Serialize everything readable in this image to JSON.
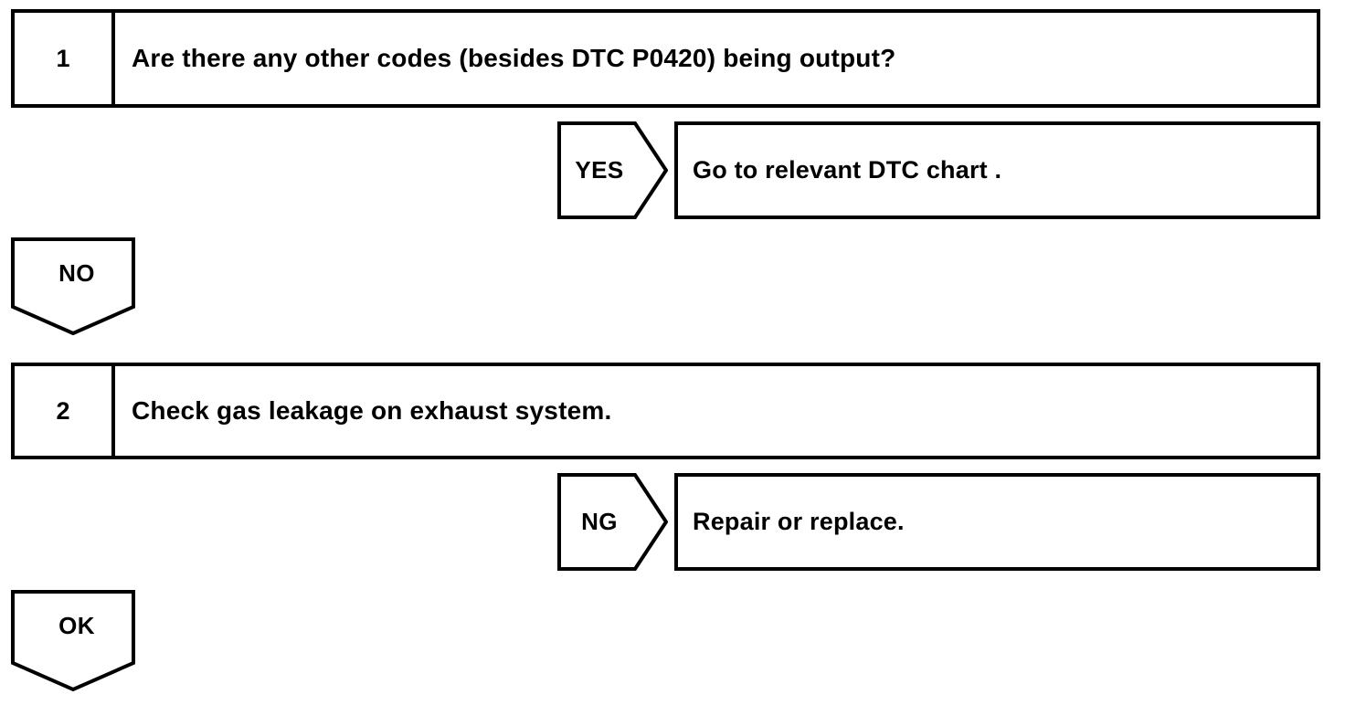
{
  "diagram": {
    "type": "diagnostic-troubleshooting-flowchart",
    "line_color": "#000000",
    "background_color": "#ffffff",
    "steps": [
      {
        "number": "1",
        "text": "Are there any other codes (besides DTC P0420) being output?"
      },
      {
        "number": "2",
        "text": "Check gas leakage on exhaust system."
      }
    ],
    "branches": [
      {
        "label": "YES",
        "direction": "right",
        "result": "Go to relevant DTC chart ."
      },
      {
        "label": "NO",
        "direction": "down",
        "result": ""
      },
      {
        "label": "NG",
        "direction": "right",
        "result": "Repair or replace."
      },
      {
        "label": "OK",
        "direction": "down",
        "result": ""
      }
    ]
  }
}
